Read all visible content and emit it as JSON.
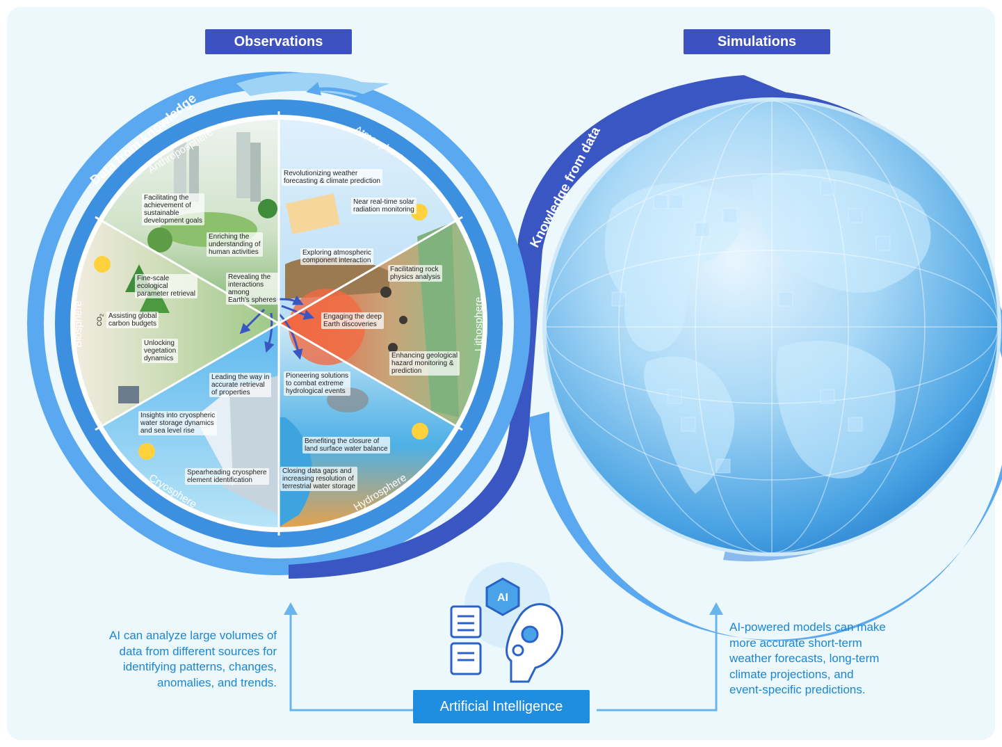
{
  "headers": {
    "observations": "Observations",
    "simulations": "Simulations"
  },
  "arrows": {
    "data_from_knowledge": "Data from knowledge",
    "knowledge_from_data": "Knowledge from data"
  },
  "spheres": {
    "anthroposphere": "Anthroposphere",
    "atmosphere": "Atmosphere",
    "lithosphere": "Lithosphere",
    "hydrosphere": "Hydrosphere",
    "cryosphere": "Cryosphere",
    "biosphere": "Biosphere"
  },
  "callouts": {
    "sdg": [
      "Facilitating the",
      "achievement of",
      "sustainable",
      "development goals"
    ],
    "human": [
      "Enriching the",
      "understanding of",
      "human activities"
    ],
    "weather": [
      "Revolutionizing weather",
      "forecasting & climate prediction"
    ],
    "solar": [
      "Near real-time solar",
      "radiation monitoring"
    ],
    "atmo_comp": [
      "Exploring atmospheric",
      "component  interaction"
    ],
    "interactions": [
      "Revealing the",
      "interactions",
      "among",
      "Earth's spheres"
    ],
    "rock": [
      "Facilitating rock",
      "physics analysis"
    ],
    "deep": [
      "Engaging the deep",
      "Earth discoveries"
    ],
    "geohazard": [
      "Enhancing geological",
      "hazard monitoring &",
      "prediction"
    ],
    "eco": [
      "Fine-scale",
      "ecological",
      "parameter retrieval"
    ],
    "carbon": [
      "Assisting global",
      "carbon budgets"
    ],
    "veg": [
      "Unlocking",
      "vegetation",
      "dynamics"
    ],
    "retrieval": [
      "Leading the way in",
      "accurate retrieval",
      "of properties"
    ],
    "hydro_events": [
      "Pioneering solutions",
      "to combat extreme",
      "hydrological events"
    ],
    "cryo_storage": [
      "Insights into cryospheric",
      "water storage dynamics",
      "and sea level rise"
    ],
    "water_balance": [
      "Benefiting the closure of",
      "land surface water balance"
    ],
    "cryo_element": [
      "Spearheading cryosphere",
      "element identification"
    ],
    "data_gaps": [
      "Closing data gaps and",
      "increasing resolution of",
      "terrestrial water storage"
    ]
  },
  "co2_label": "CO",
  "co2_subscript": "2",
  "ai": {
    "icon_text": "AI",
    "button": "Artificial Intelligence"
  },
  "left_text": [
    "AI can analyze large volumes of",
    "data from different sources for",
    "identifying patterns, changes,",
    "anomalies, and trends."
  ],
  "right_text": [
    "AI-powered models can make",
    "more accurate short-term",
    "weather forecasts, long-term",
    "climate projections, and",
    "event-specific predictions."
  ],
  "colors": {
    "background": "#ecf8fb",
    "header": "#3d52c0",
    "ring_dark": "#3a56c2",
    "ring_light": "#5aa8ef",
    "ai_button": "#1f8de0",
    "text_blue": "#1a86d6"
  }
}
